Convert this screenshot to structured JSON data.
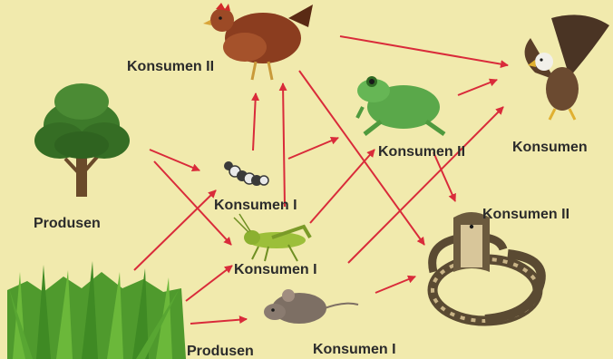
{
  "colors": {
    "background": "#f1eaad",
    "arrow": "#d92b3a",
    "label_text": "#2b2b2b"
  },
  "labels": {
    "chicken": "Konsumen II",
    "frog": "Konsumen II",
    "eagle": "Konsumen",
    "snake": "Konsumen II",
    "tree": "Produsen",
    "caterpillar": "Konsumen I",
    "grasshopper": "Konsumen I",
    "mouse": "Konsumen I",
    "grass": "Produsen"
  },
  "organisms": [
    "tree",
    "grass",
    "caterpillar",
    "grasshopper",
    "mouse",
    "chicken",
    "frog",
    "snake",
    "eagle"
  ],
  "links": [
    {
      "from": "tree",
      "to": "caterpillar"
    },
    {
      "from": "tree",
      "to": "grasshopper"
    },
    {
      "from": "grass",
      "to": "caterpillar"
    },
    {
      "from": "grass",
      "to": "grasshopper"
    },
    {
      "from": "grass",
      "to": "mouse"
    },
    {
      "from": "caterpillar",
      "to": "chicken"
    },
    {
      "from": "caterpillar",
      "to": "frog"
    },
    {
      "from": "grasshopper",
      "to": "chicken"
    },
    {
      "from": "grasshopper",
      "to": "frog"
    },
    {
      "from": "grasshopper",
      "to": "eagle"
    },
    {
      "from": "mouse",
      "to": "snake"
    },
    {
      "from": "chicken",
      "to": "eagle"
    },
    {
      "from": "chicken",
      "to": "snake"
    },
    {
      "from": "frog",
      "to": "eagle"
    },
    {
      "from": "frog",
      "to": "snake"
    }
  ]
}
